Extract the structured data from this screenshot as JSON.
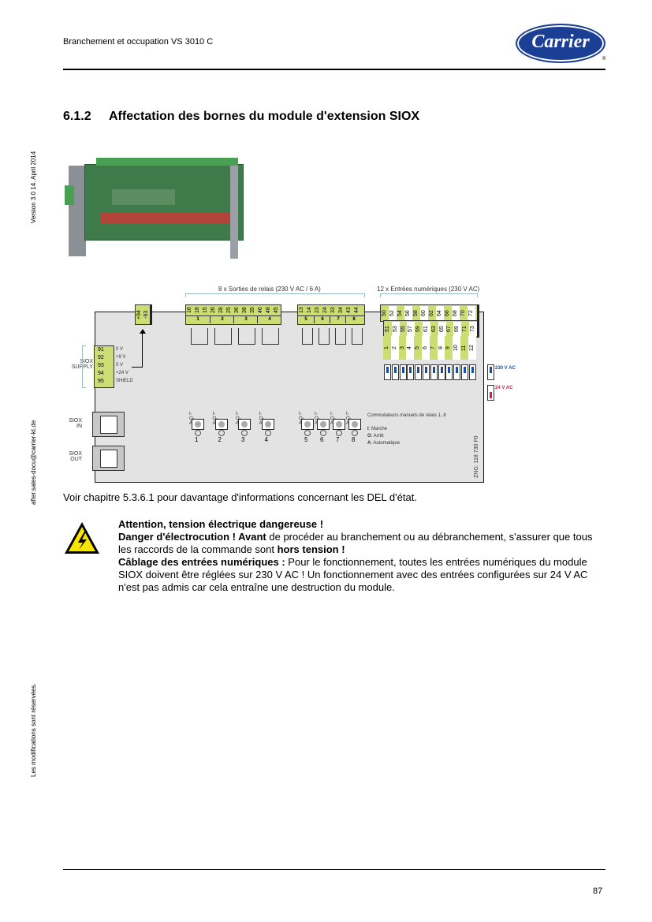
{
  "header": {
    "title": "Branchement et occupation VS 3010 C",
    "logo_text": "Carrier",
    "registered": "®"
  },
  "side": {
    "version": "Version 3.0   14. April 2014",
    "email": "after.sales-docu@carrier-kt.de",
    "rights": "Les modifications sont réservées."
  },
  "section": {
    "number": "6.1.2",
    "title": "Affectation des bornes du module d'extension SIOX"
  },
  "diagram": {
    "relay_title": "8 x Sorties de relais (230 V AC / 6 A)",
    "input_title": "12 x Entrées numériques (230 V AC)",
    "power_pins": [
      "+94",
      "-93"
    ],
    "relay_pins_a": [
      "16",
      "18",
      "15",
      "26",
      "28",
      "25",
      "36",
      "38",
      "35",
      "46",
      "48",
      "45"
    ],
    "relay_groups_a": [
      "1",
      "2",
      "3",
      "4"
    ],
    "relay_pins_b": [
      "13",
      "14",
      "23",
      "24",
      "33",
      "34",
      "43",
      "44"
    ],
    "relay_groups_b": [
      "5",
      "6",
      "7",
      "8"
    ],
    "input_pins_top": [
      "50",
      "52",
      "54",
      "56",
      "58",
      "60",
      "62",
      "64",
      "66",
      "68",
      "70",
      "72"
    ],
    "input_pins_bottom": [
      "51",
      "53",
      "55",
      "57",
      "59",
      "61",
      "63",
      "65",
      "67",
      "69",
      "71",
      "73"
    ],
    "input_numbers": [
      "1",
      "2",
      "3",
      "4",
      "5",
      "6",
      "7",
      "8",
      "9",
      "10",
      "11",
      "12"
    ],
    "jumper_230": "230 V AC",
    "jumper_24": "24 V AC",
    "supply_label": "SIOX SUPPLY",
    "supply": [
      {
        "pin": "91",
        "label": "0 V"
      },
      {
        "pin": "92",
        "label": "+9 V"
      },
      {
        "pin": "93",
        "label": "0 V"
      },
      {
        "pin": "94",
        "label": "+24 V"
      },
      {
        "pin": "95",
        "label": "SHIELD"
      }
    ],
    "siox_in": "SIOX IN",
    "siox_out": "SIOX OUT",
    "switch_label": "I-O-A",
    "switch_numbers": [
      "1",
      "2",
      "3",
      "4",
      "5",
      "6",
      "7",
      "8"
    ],
    "legend_title": "Commutateurs manuels de relais 1..8",
    "legend": [
      {
        "key": "I",
        "text": ": Marche"
      },
      {
        "key": "O",
        "text": ": Arrêt"
      },
      {
        "key": "A",
        "text": ": Automatique"
      }
    ],
    "drawing_no": "ZNG: 118 730 F0"
  },
  "note": "Voir chapitre 5.3.6.1 pour davantage d'informations concernant les DEL d'état.",
  "warning": {
    "title": "Attention, tension électrique dangereuse !",
    "l1_bold": "Danger d'électrocution ! Avant",
    "l1_rest": " de procéder au branchement ou au débranchement, s'assurer que tous les raccords de la commande sont ",
    "l1_bold2": "hors tension !",
    "l2_bold": "Câblage des entrées numériques :",
    "l2_rest": " Pour le fonctionnement, toutes les entrées numériques du module SIOX doivent être réglées sur 230 V AC ! Un fonctionnement avec des entrées configurées sur 24 V AC n'est pas admis car cela entraîne une destruction du module."
  },
  "footer": {
    "page": "87"
  }
}
